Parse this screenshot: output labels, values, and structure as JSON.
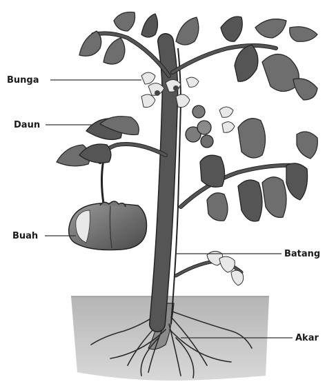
{
  "labels": {
    "bunga": "Bunga",
    "daun": "Daun",
    "buah": "Buah",
    "batang": "Batang",
    "akar": "Akar"
  },
  "colors": {
    "soil": "#a9a9a9",
    "plant": "#6e6e6e",
    "outline": "#222222"
  }
}
